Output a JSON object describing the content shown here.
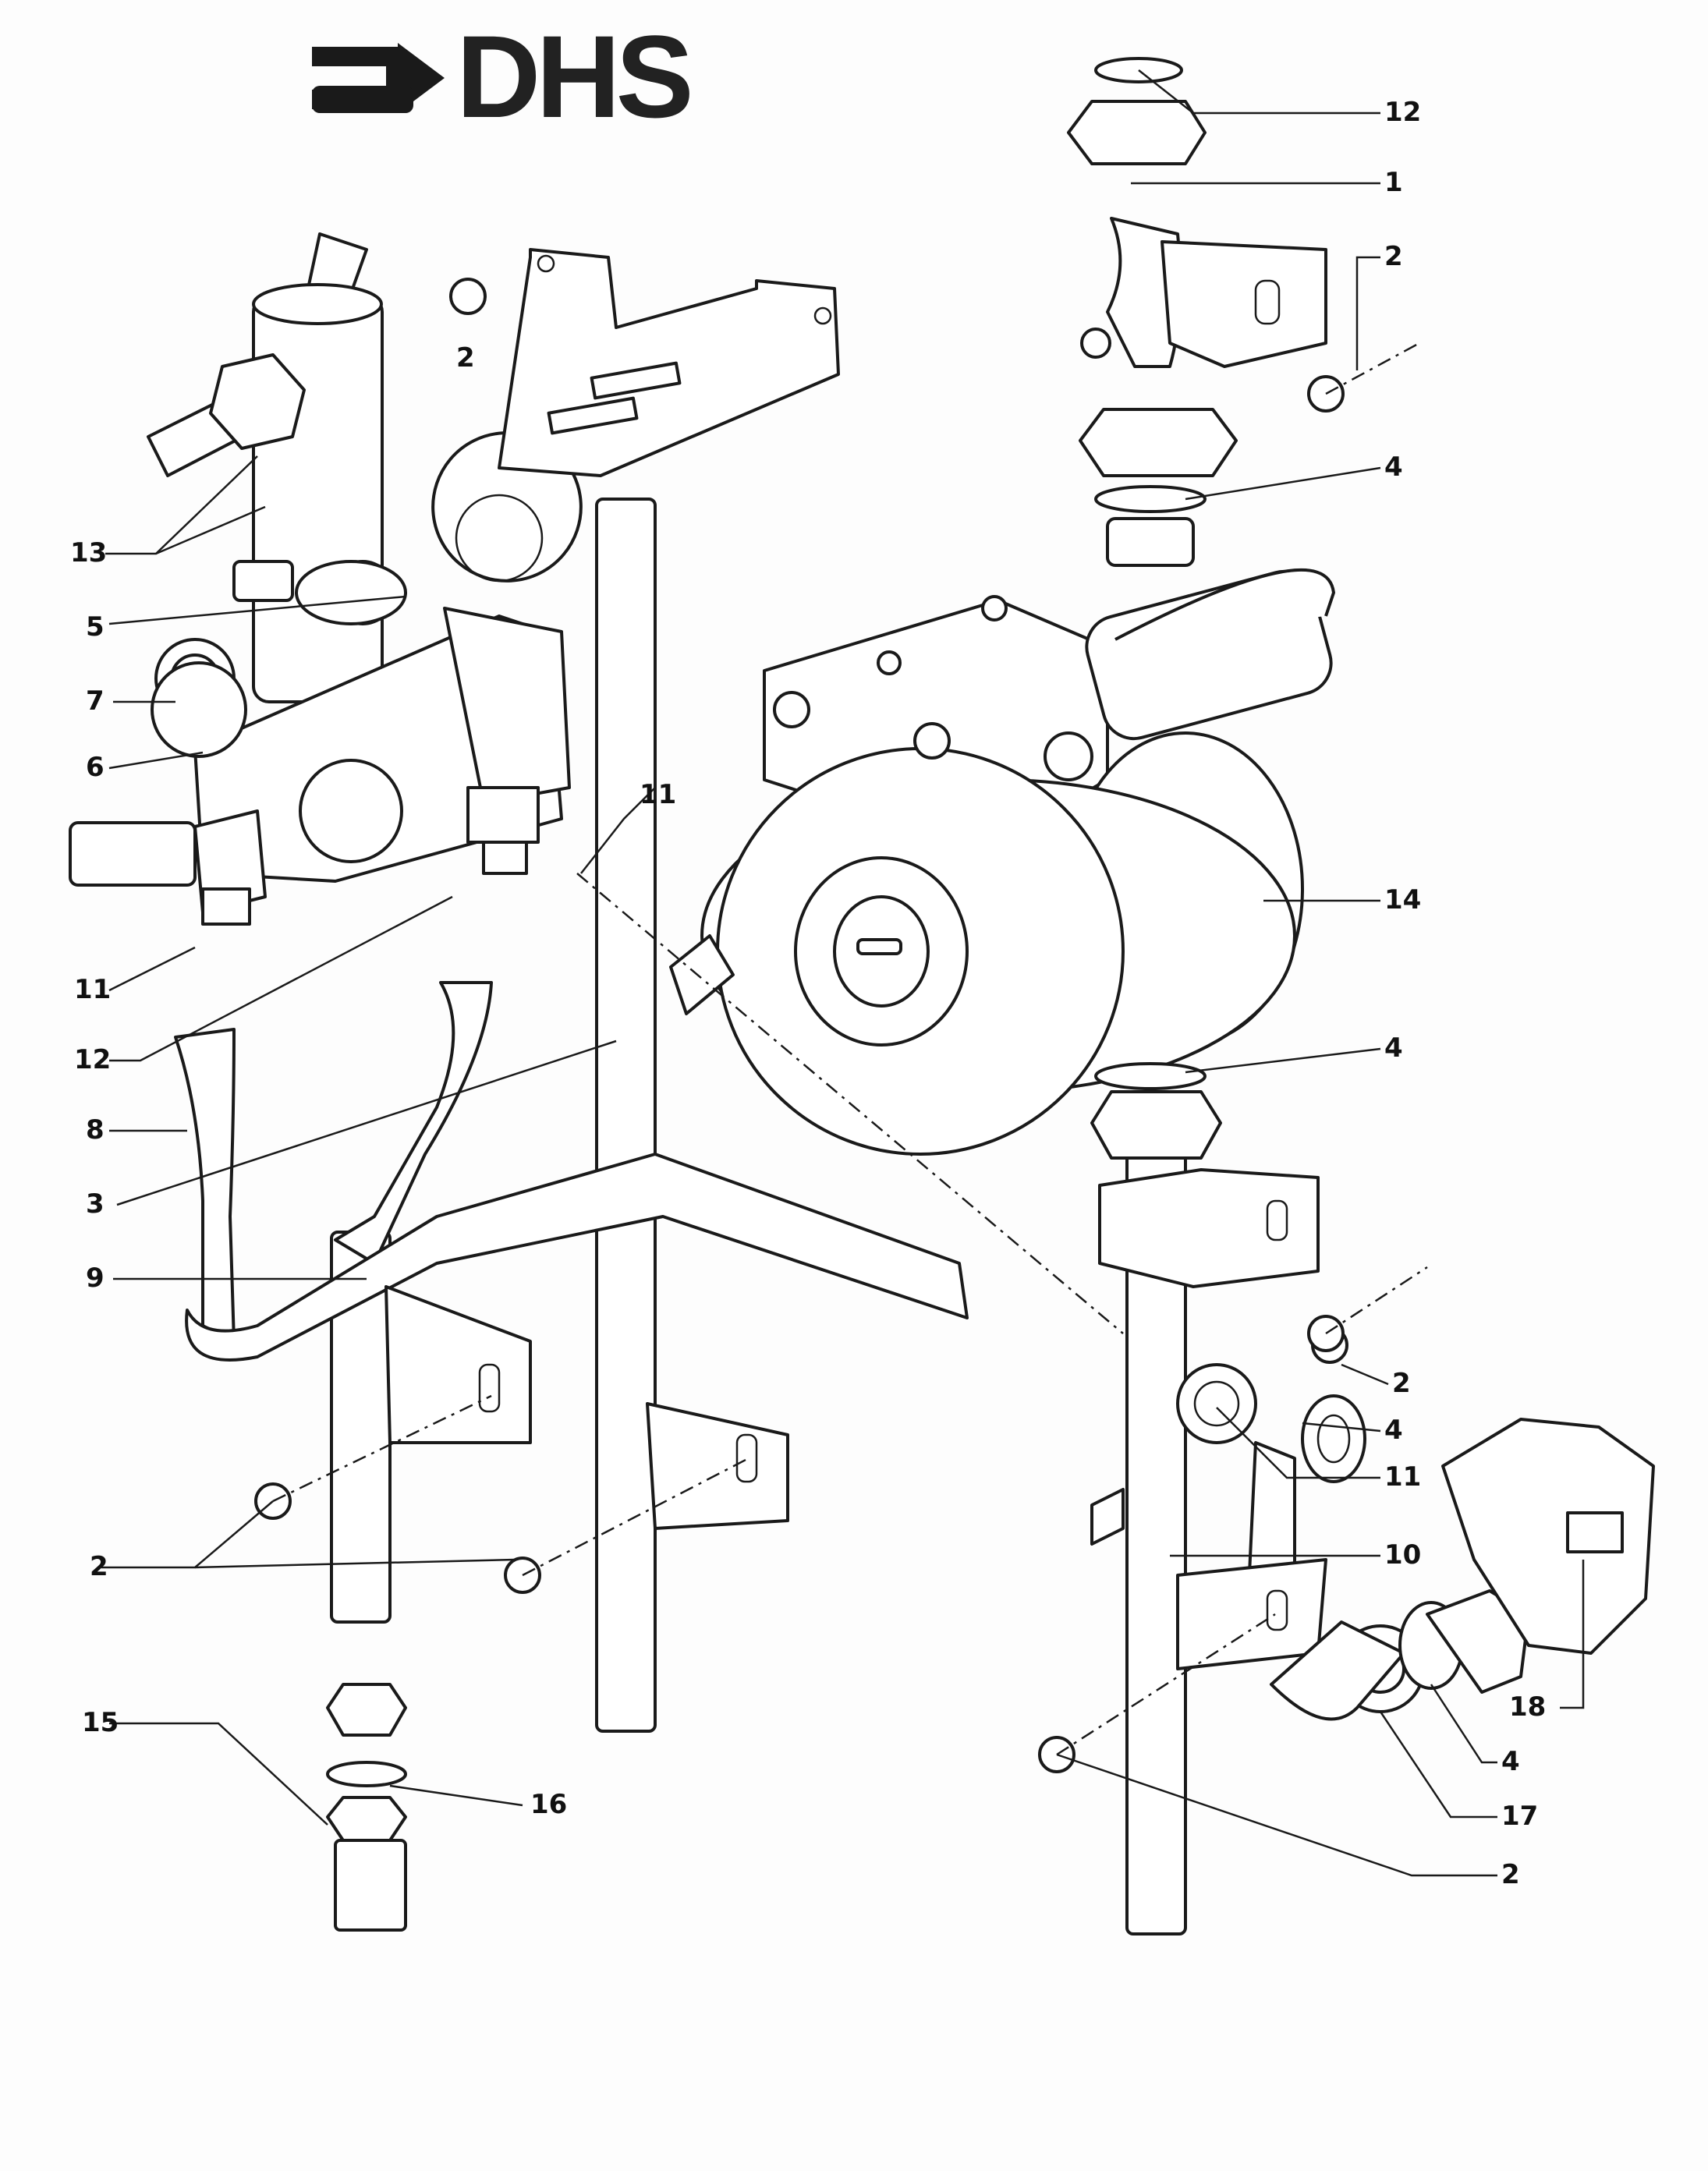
{
  "logo": {
    "text": "DHS"
  },
  "callouts": [
    {
      "id": "c1",
      "text": "12"
    },
    {
      "id": "c2",
      "text": "1"
    },
    {
      "id": "c3",
      "text": "2"
    },
    {
      "id": "c4",
      "text": "2"
    },
    {
      "id": "c5",
      "text": "4"
    },
    {
      "id": "c6",
      "text": "13"
    },
    {
      "id": "c7",
      "text": "5"
    },
    {
      "id": "c8",
      "text": "7"
    },
    {
      "id": "c9",
      "text": "6"
    },
    {
      "id": "c10",
      "text": "11"
    },
    {
      "id": "c11",
      "text": "14"
    },
    {
      "id": "c12",
      "text": "11"
    },
    {
      "id": "c13",
      "text": "12"
    },
    {
      "id": "c14",
      "text": "8"
    },
    {
      "id": "c15",
      "text": "4"
    },
    {
      "id": "c16",
      "text": "3"
    },
    {
      "id": "c17",
      "text": "9"
    },
    {
      "id": "c18",
      "text": "2"
    },
    {
      "id": "c19",
      "text": "4"
    },
    {
      "id": "c20",
      "text": "11"
    },
    {
      "id": "c21",
      "text": "2"
    },
    {
      "id": "c22",
      "text": "10"
    },
    {
      "id": "c23",
      "text": "15"
    },
    {
      "id": "c24",
      "text": "18"
    },
    {
      "id": "c25",
      "text": "16"
    },
    {
      "id": "c26",
      "text": "4"
    },
    {
      "id": "c27",
      "text": "17"
    },
    {
      "id": "c28",
      "text": "2"
    }
  ]
}
